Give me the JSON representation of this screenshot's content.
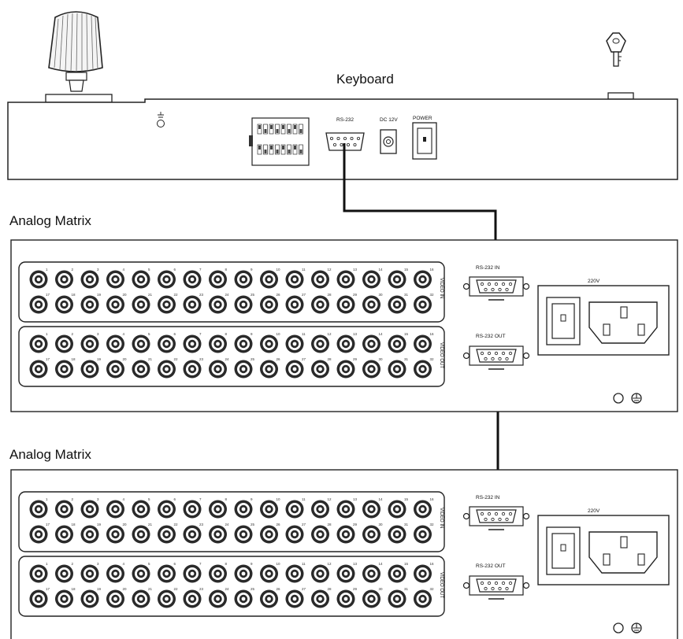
{
  "keyboard": {
    "title": "Keyboard",
    "rs232_label": "RS-232",
    "dc_label": "DC 12V",
    "power_label": "POWER"
  },
  "matrices": [
    {
      "title": "Analog Matrix",
      "rs232_in_label": "RS-232 IN",
      "rs232_out_label": "RS-232 OUT",
      "voltage_label": "220V",
      "video_in_label": "VIDEO IN",
      "video_out_label": "VIDEO OUT"
    },
    {
      "title": "Analog Matrix",
      "rs232_in_label": "RS-232 IN",
      "rs232_out_label": "RS-232 OUT",
      "voltage_label": "220V",
      "video_in_label": "VIDEO IN",
      "video_out_label": "VIDEO OUT"
    }
  ],
  "bnc_numbers_row1": [
    "1",
    "2",
    "3",
    "4",
    "5",
    "6",
    "7",
    "8",
    "9",
    "10",
    "11",
    "12",
    "13",
    "14",
    "15",
    "16"
  ],
  "bnc_numbers_row2": [
    "17",
    "18",
    "19",
    "20",
    "21",
    "22",
    "23",
    "24",
    "25",
    "26",
    "27",
    "28",
    "29",
    "30",
    "31",
    "32"
  ]
}
